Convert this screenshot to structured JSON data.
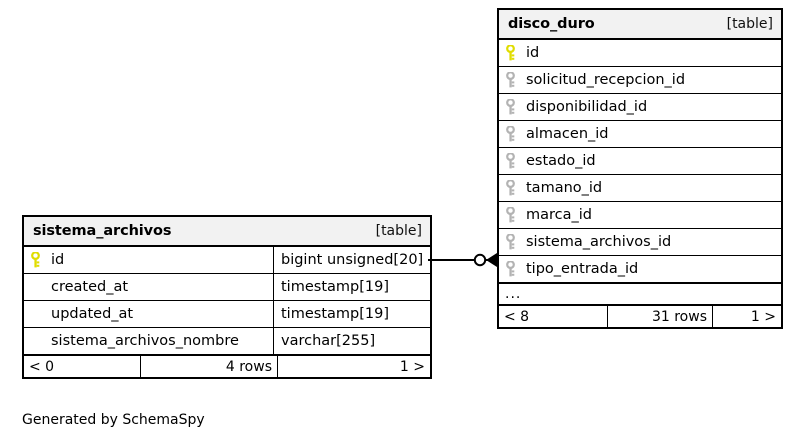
{
  "diagram": {
    "generator_credit": "Generated by SchemaSpy",
    "table_kind_tag": "[table]",
    "ellipsis": "...",
    "colors": {
      "primary_key": "#e8e400",
      "foreign_key": "#b3b3b3",
      "border": "#000000",
      "header_bg": "#f2f2f2",
      "canvas_bg": "#ffffff"
    }
  },
  "tables": [
    {
      "name": "sistema_archivos",
      "kind": "[table]",
      "columns": [
        {
          "name": "id",
          "type": "bigint unsigned[20]",
          "key": "primary"
        },
        {
          "name": "created_at",
          "type": "timestamp[19]",
          "key": "none"
        },
        {
          "name": "updated_at",
          "type": "timestamp[19]",
          "key": "none"
        },
        {
          "name": "sistema_archivos_nombre",
          "type": "varchar[255]",
          "key": "none"
        }
      ],
      "has_ellipsis_row": false,
      "footer": {
        "prev": "< 0",
        "rows": "4 rows",
        "next": "1 >"
      }
    },
    {
      "name": "disco_duro",
      "kind": "[table]",
      "columns": [
        {
          "name": "id",
          "type": "",
          "key": "primary"
        },
        {
          "name": "solicitud_recepcion_id",
          "type": "",
          "key": "foreign"
        },
        {
          "name": "disponibilidad_id",
          "type": "",
          "key": "foreign"
        },
        {
          "name": "almacen_id",
          "type": "",
          "key": "foreign"
        },
        {
          "name": "estado_id",
          "type": "",
          "key": "foreign"
        },
        {
          "name": "tamano_id",
          "type": "",
          "key": "foreign"
        },
        {
          "name": "marca_id",
          "type": "",
          "key": "foreign"
        },
        {
          "name": "sistema_archivos_id",
          "type": "",
          "key": "foreign"
        },
        {
          "name": "tipo_entrada_id",
          "type": "",
          "key": "foreign"
        }
      ],
      "has_ellipsis_row": true,
      "footer": {
        "prev": "< 8",
        "rows": "31 rows",
        "next": "1 >"
      }
    }
  ],
  "relationships": [
    {
      "from_table": "sistema_archivos",
      "from_column": "id",
      "to_table": "disco_duro",
      "to_column": "sistema_archivos_id",
      "from_cardinality": "one",
      "to_cardinality": "zero-or-many"
    }
  ]
}
